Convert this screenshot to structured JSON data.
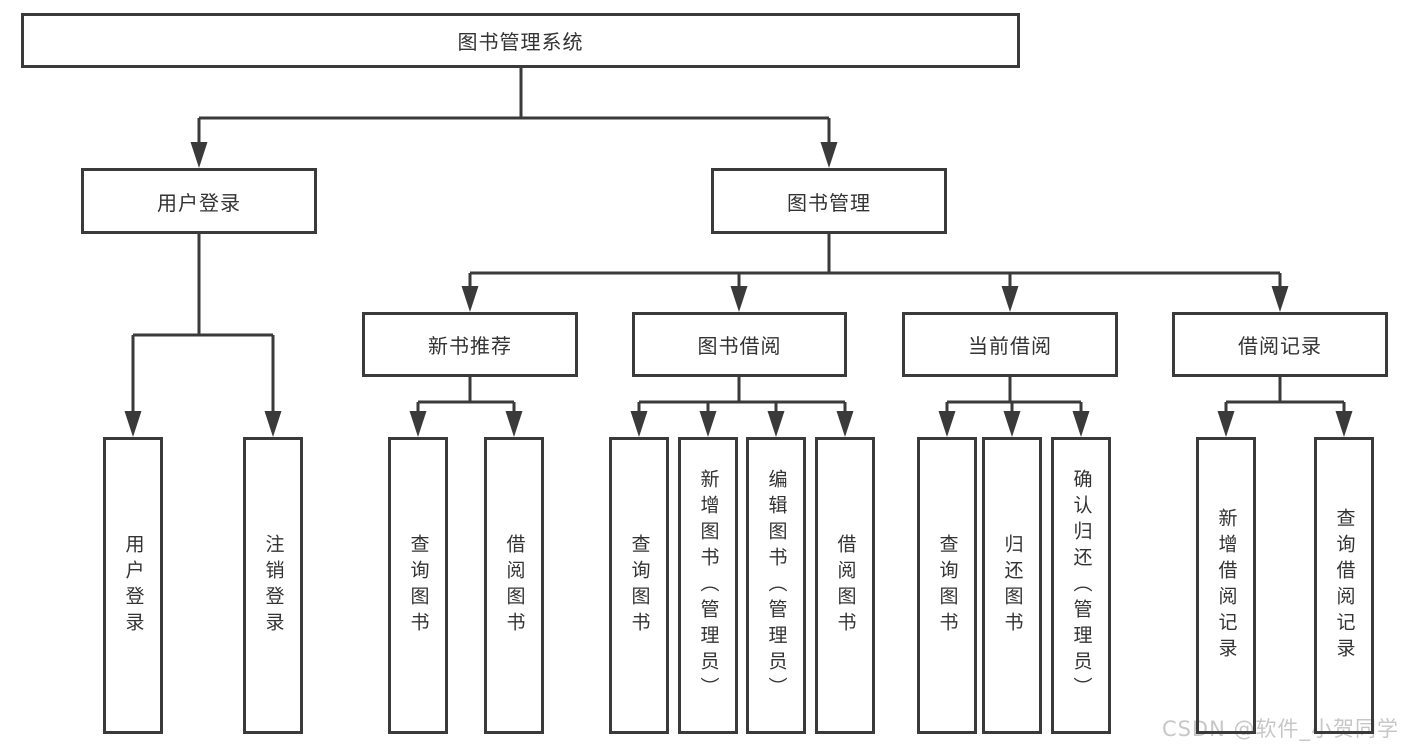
{
  "diagram": {
    "title": "图书管理系统",
    "watermark": "CSDN @软件_小贺同学",
    "colors": {
      "line": "#3a3a3a",
      "box_background": "#ffffff",
      "text": "#333333",
      "watermark": "#c7c7c7",
      "page_background": "#ffffff"
    }
  },
  "nodes": {
    "root": {
      "label": "图书管理系统"
    },
    "user_login_group": {
      "label": "用户登录"
    },
    "book_mgmt": {
      "label": "图书管理"
    },
    "user_login": {
      "label": "用户登录"
    },
    "logout": {
      "label": "注销登录"
    },
    "new_book_rec": {
      "label": "新书推荐"
    },
    "book_borrow": {
      "label": "图书借阅"
    },
    "current_borrow": {
      "label": "当前借阅"
    },
    "borrow_records": {
      "label": "借阅记录"
    },
    "nb_query_books": {
      "label": "查询图书"
    },
    "nb_borrow_books": {
      "label": "借阅图书"
    },
    "bb_query_books": {
      "label": "查询图书"
    },
    "bb_add_books": {
      "label": "新增图书（管理员）"
    },
    "bb_edit_books": {
      "label": "编辑图书（管理员）"
    },
    "bb_borrow_books": {
      "label": "借阅图书"
    },
    "cb_query_books": {
      "label": "查询图书"
    },
    "cb_return_books": {
      "label": "归还图书"
    },
    "cb_confirm_return": {
      "label": "确认归还（管理员）"
    },
    "br_add_record": {
      "label": "新增借阅记录"
    },
    "br_query_record": {
      "label": "查询借阅记录"
    }
  },
  "hierarchy": {
    "root": [
      "user_login_group",
      "book_mgmt"
    ],
    "user_login_group": [
      "user_login",
      "logout"
    ],
    "book_mgmt": [
      "new_book_rec",
      "book_borrow",
      "current_borrow",
      "borrow_records"
    ],
    "new_book_rec": [
      "nb_query_books",
      "nb_borrow_books"
    ],
    "book_borrow": [
      "bb_query_books",
      "bb_add_books",
      "bb_edit_books",
      "bb_borrow_books"
    ],
    "current_borrow": [
      "cb_query_books",
      "cb_return_books",
      "cb_confirm_return"
    ],
    "borrow_records": [
      "br_add_record",
      "br_query_record"
    ]
  }
}
